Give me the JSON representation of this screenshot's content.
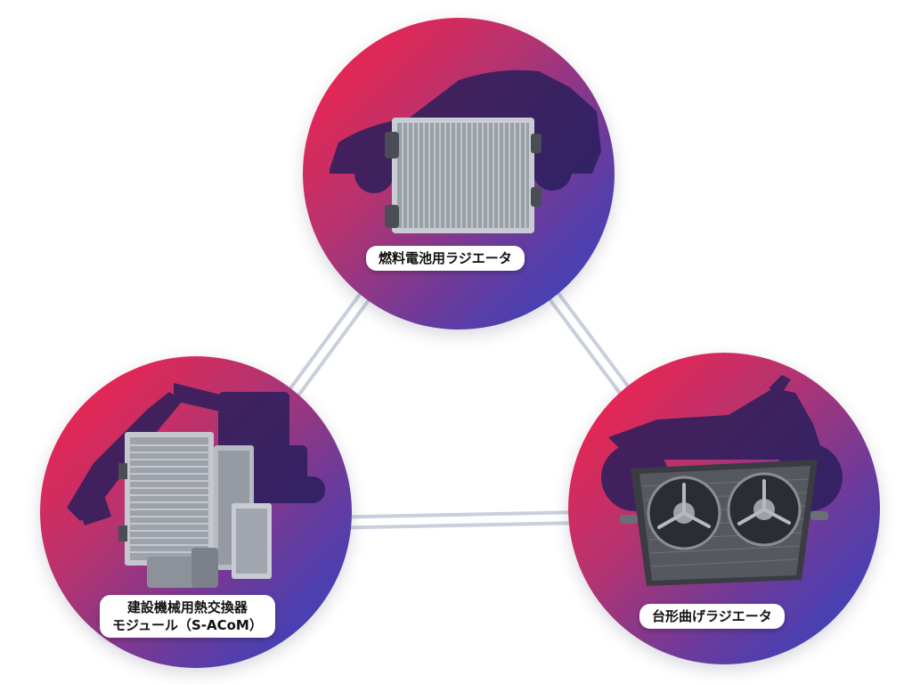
{
  "diagram": {
    "nodes": [
      {
        "id": "fuel-cell",
        "label_lines": [
          "燃料電池用ラジエータ"
        ],
        "silhouette": "car-icon",
        "product": "radiator"
      },
      {
        "id": "construction",
        "label_lines": [
          "建設機械用熱交換器",
          "モジュール（S-ACoM）"
        ],
        "silhouette": "excavator-icon",
        "product": "heat-exchanger-module"
      },
      {
        "id": "motorcycle",
        "label_lines": [
          "台形曲げラジエータ"
        ],
        "silhouette": "motorcycle-icon",
        "product": "curved-radiator-with-fans"
      }
    ],
    "colors": {
      "gradient_start": "#ff1f45",
      "gradient_end": "#2a44c8",
      "silhouette": "#2a1f5c",
      "connector": "#dfe3ec"
    }
  }
}
